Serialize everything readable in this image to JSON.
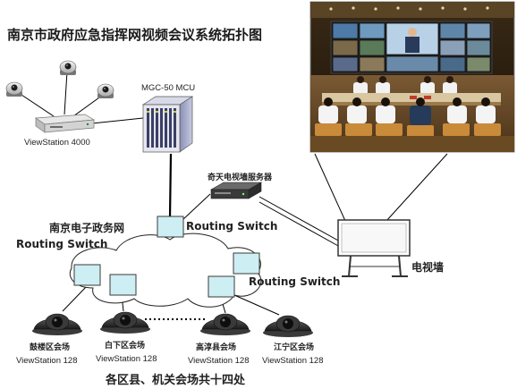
{
  "title": "南京市政府应急指挥网视频会议系统拓扑图",
  "devices": {
    "viewstation4000": "ViewStation 4000",
    "mcu": "MGC-50  MCU",
    "vod_server": "奇天电视墙服务器",
    "tv_wall": "电视墙"
  },
  "network": {
    "egov": "南京电子政务网",
    "routing_switch_label": "Routing Switch"
  },
  "venues": [
    {
      "name": "鼓楼区会场",
      "model": "ViewStation 128"
    },
    {
      "name": "白下区会场",
      "model": "ViewStation 128"
    },
    {
      "name": "高淳县会场",
      "model": "ViewStation 128"
    },
    {
      "name": "江宁区会场",
      "model": "ViewStation 128"
    }
  ],
  "footer": "各区县、机关会场共十四处",
  "colors": {
    "switch_fill": "#cdeef3",
    "switch_stroke": "#3a3a3a",
    "line": "#000000"
  }
}
